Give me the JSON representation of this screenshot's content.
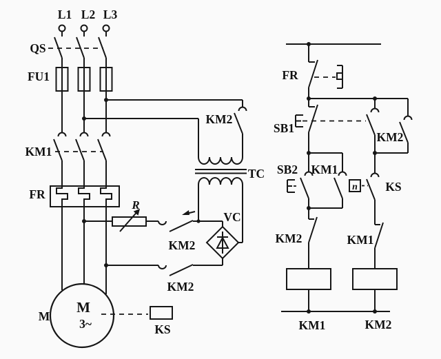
{
  "colors": {
    "line": "#161616",
    "background": "#fafafa"
  },
  "power": {
    "phase_l1": "L1",
    "phase_l2": "L2",
    "phase_l3": "L3",
    "switch_qs": "QS",
    "fuse_fu1": "FU1",
    "contactor_km1": "KM1",
    "thermal_fr": "FR",
    "resistor_r": "R",
    "km2_feed_contact": "KM2",
    "transformer_tc": "TC",
    "rectifier_vc": "VC",
    "km2_brake_upper": "KM2",
    "km2_brake_lower": "KM2",
    "motor_ref": "M",
    "motor_letter": "M",
    "motor_phases": "3~",
    "speed_relay_ks": "KS"
  },
  "control": {
    "thermal_fr": "FR",
    "stop_sb1": "SB1",
    "km2_selfhold": "KM2",
    "start_sb2": "SB2",
    "km1_selfhold": "KM1",
    "speed_n": "n",
    "speed_ks": "KS",
    "km2_interlock": "KM2",
    "km1_interlock": "KM1",
    "coil_km1": "KM1",
    "coil_km2": "KM2"
  }
}
